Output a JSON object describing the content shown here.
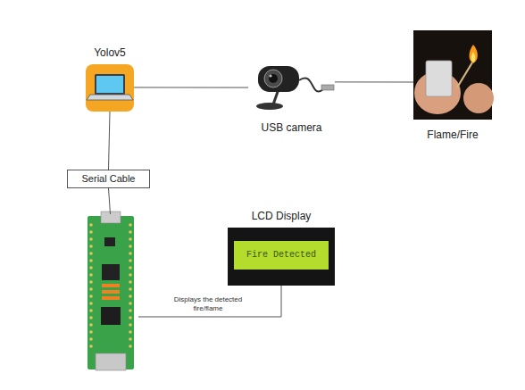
{
  "diagram": {
    "nodes": [
      {
        "text": [
          "Yolov5"
        ]
      },
      {
        "text": [
          "USB camera"
        ]
      },
      {
        "text": [
          "Flame/Fire"
        ]
      },
      {
        "text": [
          "Serial Cable"
        ]
      },
      {
        "text": []
      },
      {
        "text": [
          "LCD Display",
          "Fire Detected"
        ]
      }
    ],
    "edges": [
      {
        "from": 0,
        "to": 1,
        "arrow": "none"
      },
      {
        "from": 1,
        "to": 2,
        "arrow": "none"
      },
      {
        "from": 0,
        "to": 3,
        "arrow": "none"
      },
      {
        "from": 3,
        "to": 4,
        "arrow": "none"
      },
      {
        "from": 4,
        "to": 5,
        "label": "Displays the detected fire/flame",
        "arrow": "none"
      }
    ]
  }
}
